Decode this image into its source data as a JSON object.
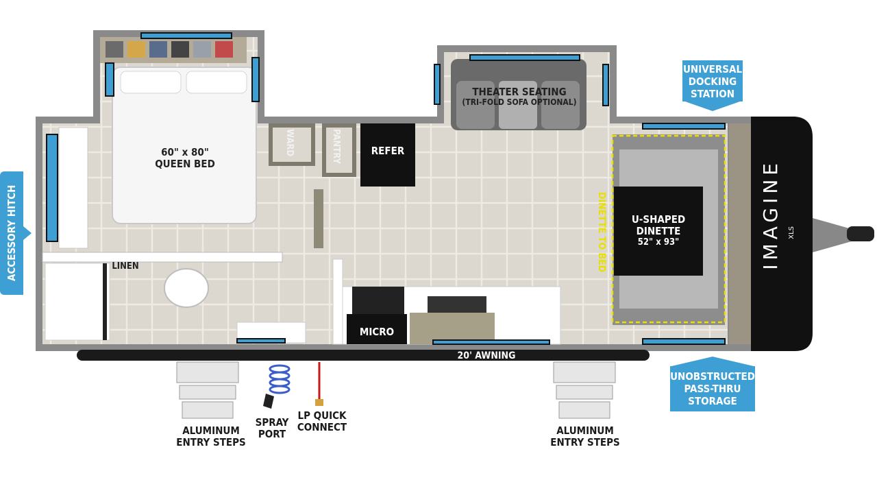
{
  "floorplan": {
    "brand": "IMAGINE",
    "model_badge": "XLS",
    "rooms": {
      "bed": {
        "size": "60\" x 80\"",
        "name": "QUEEN BED"
      },
      "theater": {
        "name": "THEATER SEATING",
        "note": "(TRI-FOLD SOFA OPTIONAL)"
      },
      "refer": "REFER",
      "pantry": "PANTRY",
      "ward": "WARD",
      "linen": "LINEN",
      "micro": "MICRO",
      "dinette": {
        "name": "U-SHAPED",
        "name2": "DINETTE",
        "size": "52\" x 93\""
      },
      "dinette_to_bed": "DINETTE TO BED",
      "awning": "20' AWNING"
    },
    "callouts": {
      "accessory_hitch": "ACCESSORY HITCH",
      "docking": [
        "UNIVERSAL",
        "DOCKING",
        "STATION"
      ],
      "pass_thru": [
        "UNOBSTRUCTED",
        "PASS-THRU",
        "STORAGE"
      ],
      "steps_left": [
        "ALUMINUM",
        "ENTRY STEPS"
      ],
      "steps_right": [
        "ALUMINUM",
        "ENTRY STEPS"
      ],
      "spray_port": [
        "SPRAY",
        "PORT"
      ],
      "lp_connect": [
        "LP QUICK",
        "CONNECT"
      ]
    },
    "colors": {
      "wall": "#8a8a8a",
      "floor": "#dcd7cf",
      "accent_blue": "#3d9fd3",
      "dark": "#111111",
      "yellow": "#e8e000"
    }
  }
}
